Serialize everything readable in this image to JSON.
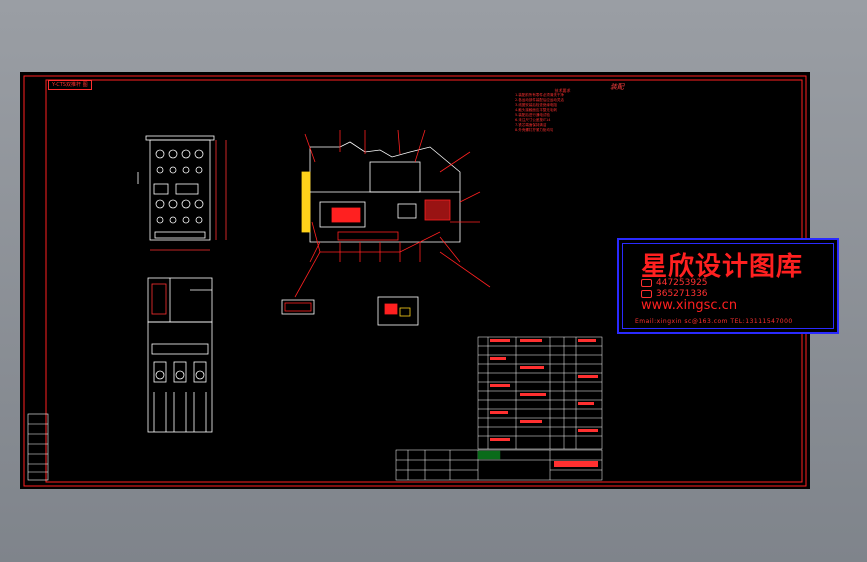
{
  "sheet_tag": "Y-CTS双推杆 图",
  "corner_note": "装配",
  "tech_notes": {
    "title": "技术要求",
    "lines": [
      "1.装配前所有零件必须清洗干净",
      "2.各运动部件装配后应运动灵活",
      "3.线圈安装后检查绝缘电阻",
      "4.触头接触面应平整无毛刺",
      "5.装配后进行通电试验",
      "6.未注尺寸公差按IT14",
      "7.铁芯端面保持清洁",
      "8.外壳螺钉拧紧力矩均匀"
    ]
  },
  "watermark": {
    "title": "星欣设计图库",
    "qq1": "447253925",
    "qq2": "365271336",
    "url": "www.xingsc.cn",
    "email": "Email:xingxin sc@163.com  TEL:13111547000"
  },
  "colors": {
    "background": "#8e9298",
    "drawing": "#ffffff",
    "border": "#ff2020",
    "watermark_frame": "#2a2aff"
  }
}
